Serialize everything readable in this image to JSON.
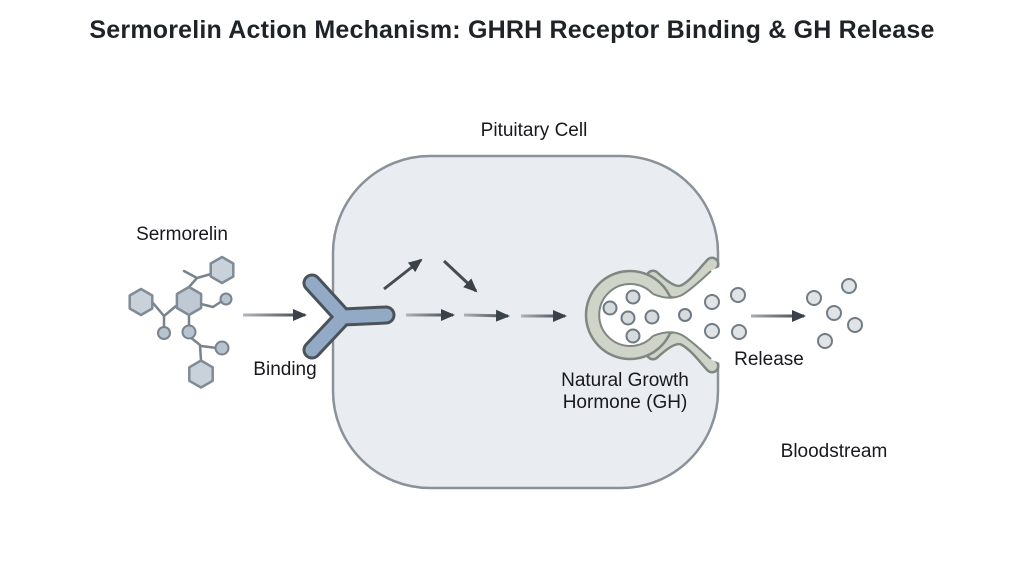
{
  "title": "Sermorelin Action Mechanism: GHRH Receptor Binding & GH Release",
  "labels": {
    "sermorelin": "Sermorelin",
    "binding": "Binding",
    "pituitary_cell": "Pituitary Cell",
    "hormone_line1": "Natural Growth",
    "hormone_line2": "Hormone (GH)",
    "release": "Release",
    "bloodstream": "Bloodstream"
  },
  "colors": {
    "background": "#ffffff",
    "title_text": "#1f2328",
    "label_text": "#17191d",
    "cell_fill": "#e9edf1",
    "cell_border": "#8a9199",
    "receptor_fill": "#92aac5",
    "receptor_outline": "#4a525a",
    "arrow": "#3a4148",
    "molecule_fill": "#c9d2da",
    "molecule_outline": "#79838d",
    "vesicle_membrane": "#ced4c8",
    "vesicle_outline": "#7e8780",
    "gh_dot_fill": "#e0e4e6",
    "gh_dot_outline": "#727c85"
  }
}
